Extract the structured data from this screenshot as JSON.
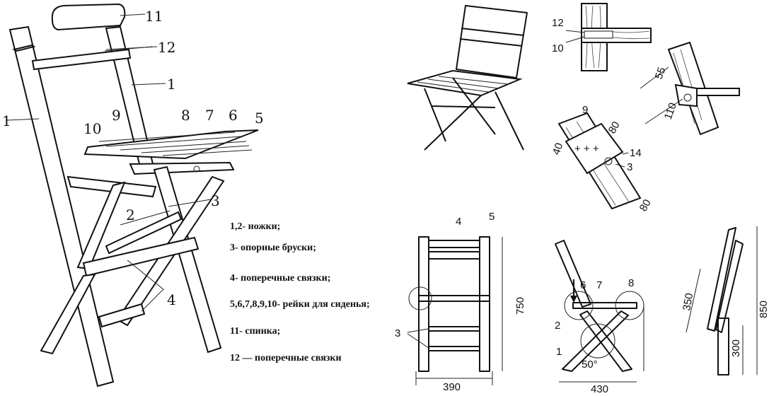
{
  "main_drawing": {
    "labels": {
      "l11": "11",
      "l12": "12",
      "l1a": "1",
      "l1b": "1",
      "l10": "10",
      "l9": "9",
      "l8": "8",
      "l7": "7",
      "l6": "6",
      "l5": "5",
      "l3": "3",
      "l2": "2",
      "l4": "4"
    }
  },
  "legend": [
    "1,2- ножки;",
    "3- опорные бруски;",
    "4- поперечные связки;",
    "5,6,7,8,9,10- рейки для сиденья;",
    "11- спинка;",
    "12 — поперечные связки"
  ],
  "details": {
    "joint_top": {
      "l12": "12",
      "l10": "10"
    },
    "joint_right": {
      "d55": "55",
      "d110": "110"
    },
    "joint_seat": {
      "l9": "9",
      "d80a": "80",
      "d40": "40",
      "l14": "14",
      "l3": "3",
      "d80b": "80"
    },
    "front_view": {
      "l4": "4",
      "l5": "5",
      "h750": "750",
      "l3": "3",
      "w390": "390"
    },
    "side_view": {
      "l6": "6",
      "l7": "7",
      "l8": "8",
      "l2": "2",
      "l1": "1",
      "angle": "50°",
      "w430": "430"
    },
    "folded_view": {
      "d350": "350",
      "h850": "850",
      "d300": "300"
    }
  }
}
